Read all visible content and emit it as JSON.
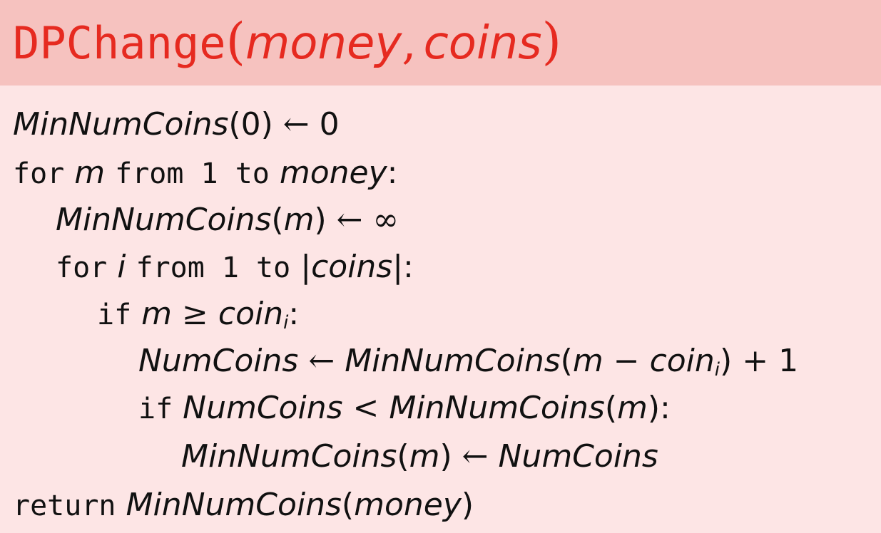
{
  "title": {
    "function_name": "DPChange",
    "open_paren": "(",
    "arg1": "money",
    "comma": ",",
    "arg2": "coins",
    "close_paren": ")"
  },
  "code": {
    "line1": {
      "var": "MinNumCoins",
      "arg": "(0)",
      "assign": "←",
      "value": "0"
    },
    "line2": {
      "kw_for": "for",
      "var": "m",
      "kw_from": "from 1 to",
      "limit": "money",
      "colon": ":"
    },
    "line3": {
      "var": "MinNumCoins",
      "arg_open": "(",
      "arg": "m",
      "arg_close": ")",
      "assign": "←",
      "value": "∞"
    },
    "line4": {
      "kw_for": "for",
      "var": "i",
      "kw_from": "from 1 to",
      "bar_open": "|",
      "limit": "coins",
      "bar_close": "|",
      "colon": ":"
    },
    "line5": {
      "kw_if": "if",
      "lhs": "m",
      "op": "≥",
      "rhs": "coin",
      "rhs_sub": "i",
      "colon": ":"
    },
    "line6": {
      "lhs": "NumCoins",
      "assign": "←",
      "fn": "MinNumCoins",
      "arg_open": "(",
      "arg_m": "m",
      "minus": "−",
      "arg_coin": "coin",
      "arg_sub": "i",
      "arg_close": ")",
      "plus": "+",
      "one": "1"
    },
    "line7": {
      "kw_if": "if",
      "lhs": "NumCoins",
      "op": "<",
      "fn": "MinNumCoins",
      "arg_open": "(",
      "arg": "m",
      "arg_close": ")",
      "colon": ":"
    },
    "line8": {
      "fn": "MinNumCoins",
      "arg_open": "(",
      "arg": "m",
      "arg_close": ")",
      "assign": "←",
      "value": "NumCoins"
    },
    "line9": {
      "kw_return": "return",
      "fn": "MinNumCoins",
      "arg_open": "(",
      "arg": "money",
      "arg_close": ")"
    }
  },
  "colors": {
    "title_text": "#e62a20",
    "title_bar": "#f6c2bf",
    "body_background": "#fde5e5",
    "code_text": "#111111"
  }
}
